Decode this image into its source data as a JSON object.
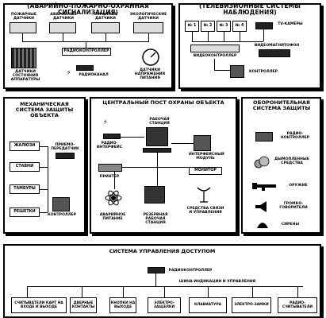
{
  "fire_panel": {
    "title": "(АВАРИЙНО-ПОЖАРНО-ОХРАННАЯ СИГНАЛИЗАЦИЯ)",
    "fire_sensors": "ПОЖАРНЫЕ ДАТЧИКИ",
    "alarm_sensors": "АВАРИЙНЫЕ ДАТЧИКИ",
    "security_sensors": "ОХРАННЫЕ ДАТЧИКИ",
    "eco_sensors": "ЭКОЛОГИЧЕСКИЕ ДАТЧИКИ",
    "radio_controller": "РАДИОКОНТРОЛЛЕР",
    "equipment_sensors": "ДАТЧИКИ СОСТОЯНИЯ АППАРАТУРЫ",
    "radio_channel": "РАДИОКАНАЛ",
    "voltage_sensors": "ДАТЧИКИ НАПРЯЖЕНИЯ ПИТАНИЯ"
  },
  "tv_panel": {
    "title": "(ТЕЛЕВИЗИОННЫЕ СИСТЕМЫ НАБЛЮДЕНИЯ)",
    "monitors": [
      "№ 1",
      "№ 2",
      "№ 3",
      "№ 4"
    ],
    "cameras": "TV-КАМЕРЫ",
    "video_controller": "ВИДЕОКОНТРОЛЛЕР",
    "vcr": "ВИДЕОМАГНИТОФОН",
    "controller": "КОНТРОЛЛЕР"
  },
  "mech_panel": {
    "title": "МЕХАНИЧЕСКАЯ СИСТЕМА ЗАЩИТЫ ОБЪЕКТА",
    "items": [
      "ЖАЛЮЗИ",
      "СТАВНИ",
      "ТАМБУРЫ",
      "РЕШЕТКИ"
    ],
    "transceiver": "ПРИЕМО-ПЕРЕДАТЧИК",
    "controller": "КОНТРОЛЛЕР"
  },
  "central_panel": {
    "title": "ЦЕНТРАЛЬНЫЙ ПОСТ ОХРАНЫ ОБЪЕКТА",
    "workstation": "РАБОЧАЯ СТАНЦИЯ",
    "radio_interface": "РАДИО-ИНТЕРФЕЙС",
    "interface_module": "ИНТЕРФЕЙСНЫЙ МОДУЛЬ",
    "printer": "ПРИНТЕР",
    "monitor": "МОНИТОР",
    "emergency_power": "АВАРИЙНОЕ ПИТАНИЕ",
    "reserve_station": "РЕЗЕРВНАЯ РАБОЧАЯ СТАНЦИЯ",
    "comm_means": "СРЕДСТВА СВЯЗИ И УПРАВЛЕНИЯ"
  },
  "defense_panel": {
    "title": "ОБОРОНИТЕЛЬНАЯ СИСТЕМА ЗАЩИТЫ",
    "radio_controller": "РАДИО-КОНТРОЛЛЕР",
    "smoke": "ДЫМОПЛЕННЫЕ СРЕДСТВА",
    "weapon": "ОРУЖИЕ",
    "loudspeakers": "ГРОМКО-ГОВОРИТЕЛИ",
    "sirens": "СИРЕНЫ"
  },
  "access_panel": {
    "title": "СИСТЕМА УПРАВЛЕНИЯ ДОСТУПОМ",
    "radio_controller": "РАДИОКОНТРОЛЛЕР",
    "bus": "ШИНА ИНДИКАЦИИ И УПРАВЛЕНИЯ",
    "items": [
      "СЧИТЫВАТЕЛИ КАРТ НА ВХОДЕ И ВЫХОДЕ",
      "ДВЕРНЫЕ КОНТАКТЫ",
      "КНОПКИ НА ВЫХОДЕ",
      "ЭЛЕКТРО-ЗАЩЕЛКИ",
      "КЛАВИАТУРА",
      "ЭЛЕКТРО-ЗАМКИ",
      "РАДИО-СЧИТЫВАТЕЛИ"
    ]
  }
}
